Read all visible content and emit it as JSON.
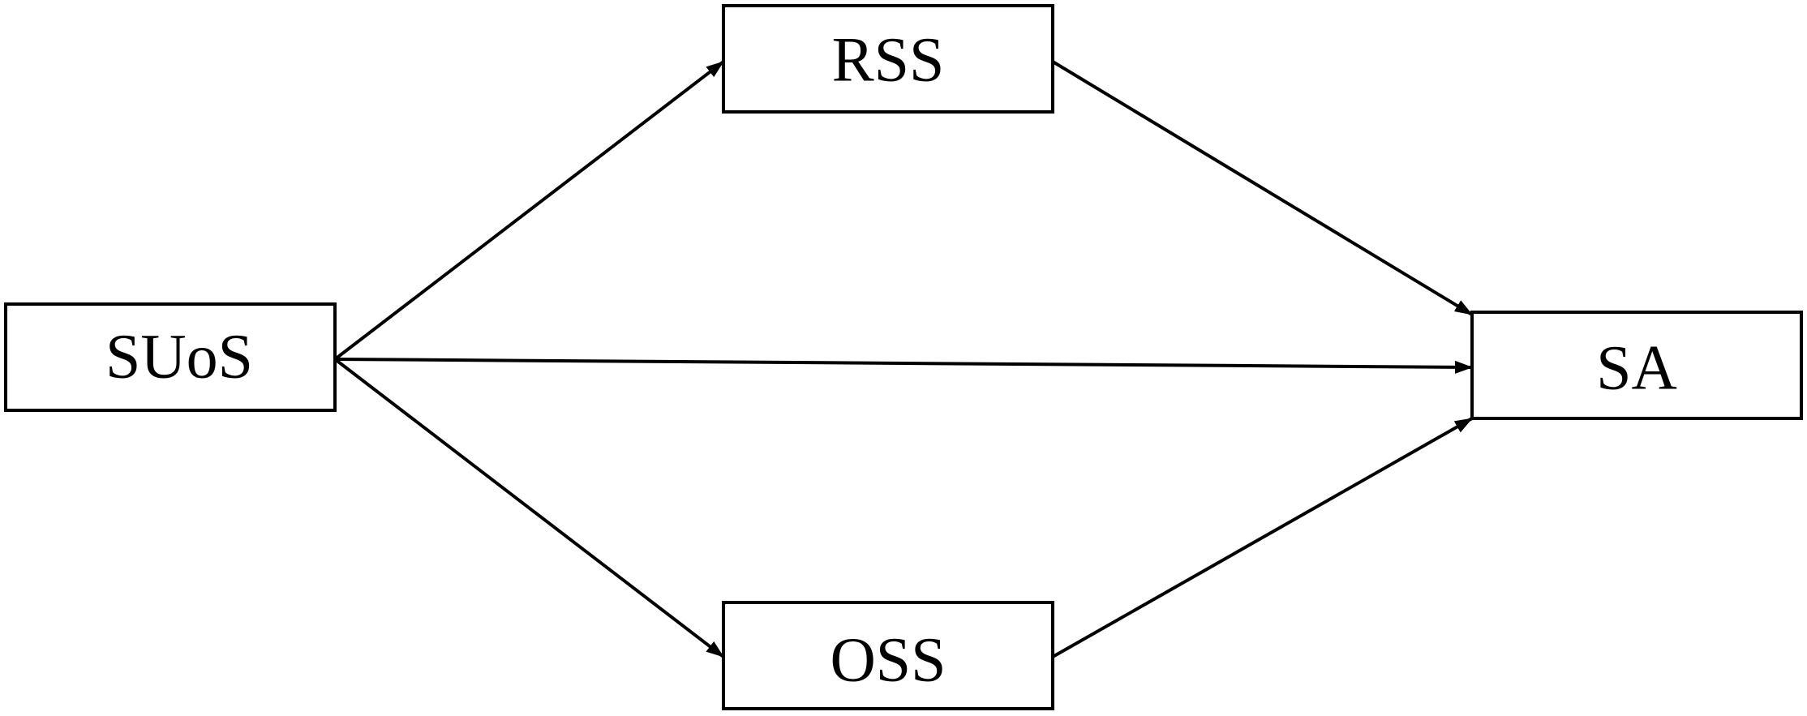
{
  "diagram": {
    "nodes": {
      "suos": {
        "label": "SUoS"
      },
      "rss": {
        "label": "RSS"
      },
      "oss": {
        "label": "OSS"
      },
      "sa": {
        "label": "SA"
      }
    },
    "edges": [
      {
        "from": "suos",
        "to": "rss"
      },
      {
        "from": "suos",
        "to": "oss"
      },
      {
        "from": "suos",
        "to": "sa"
      },
      {
        "from": "rss",
        "to": "sa"
      },
      {
        "from": "oss",
        "to": "sa"
      }
    ],
    "colors": {
      "stroke": "#000000",
      "background": "#ffffff"
    }
  }
}
